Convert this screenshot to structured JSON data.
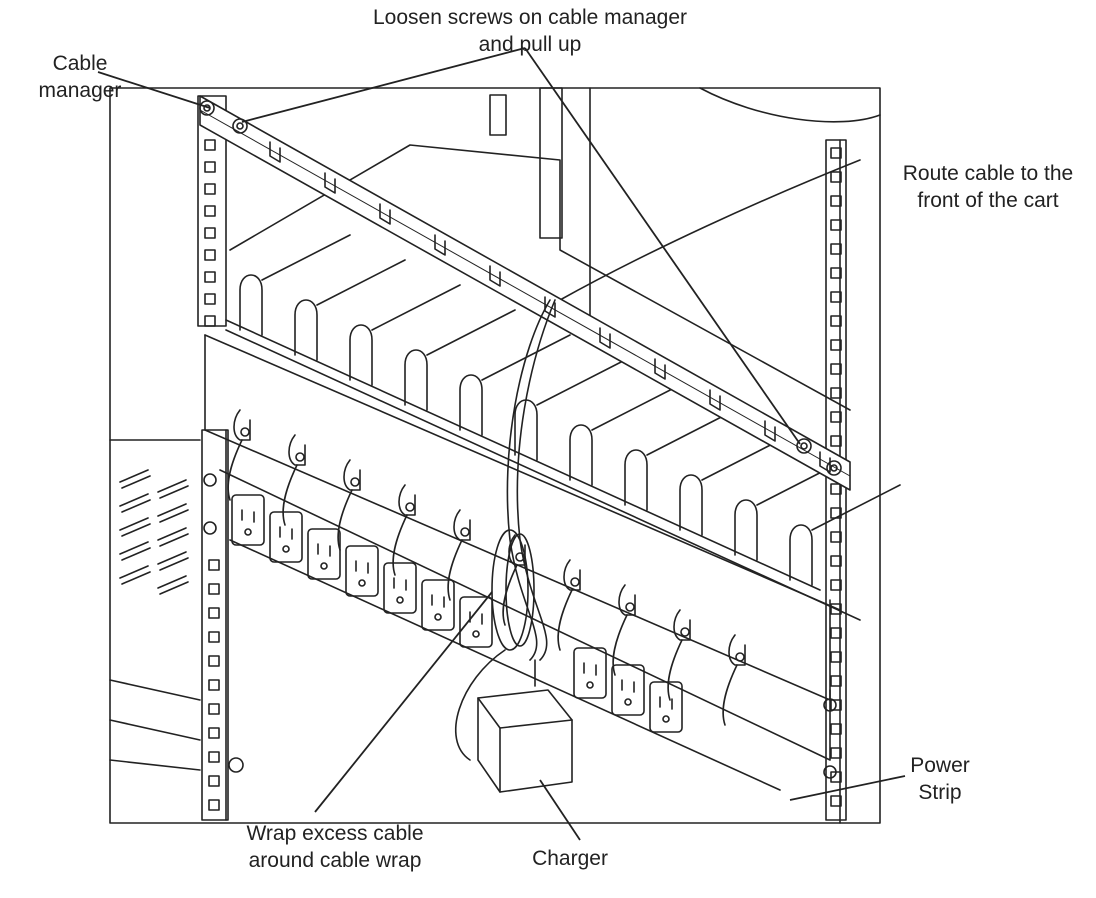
{
  "callouts": {
    "loosen_screws": [
      "Loosen screws on cable manager",
      "and pull up"
    ],
    "cable_manager": [
      "Cable",
      "manager"
    ],
    "route_cable": [
      "Route cable to the",
      "front of the cart"
    ],
    "power_strip": [
      "Power",
      "Strip"
    ],
    "wrap_cable": [
      "Wrap excess cable",
      "around cable wrap"
    ],
    "charger": [
      "Charger"
    ]
  },
  "colors": {
    "line": "#222222",
    "background": "#ffffff",
    "shade": "#d8d8d8"
  }
}
